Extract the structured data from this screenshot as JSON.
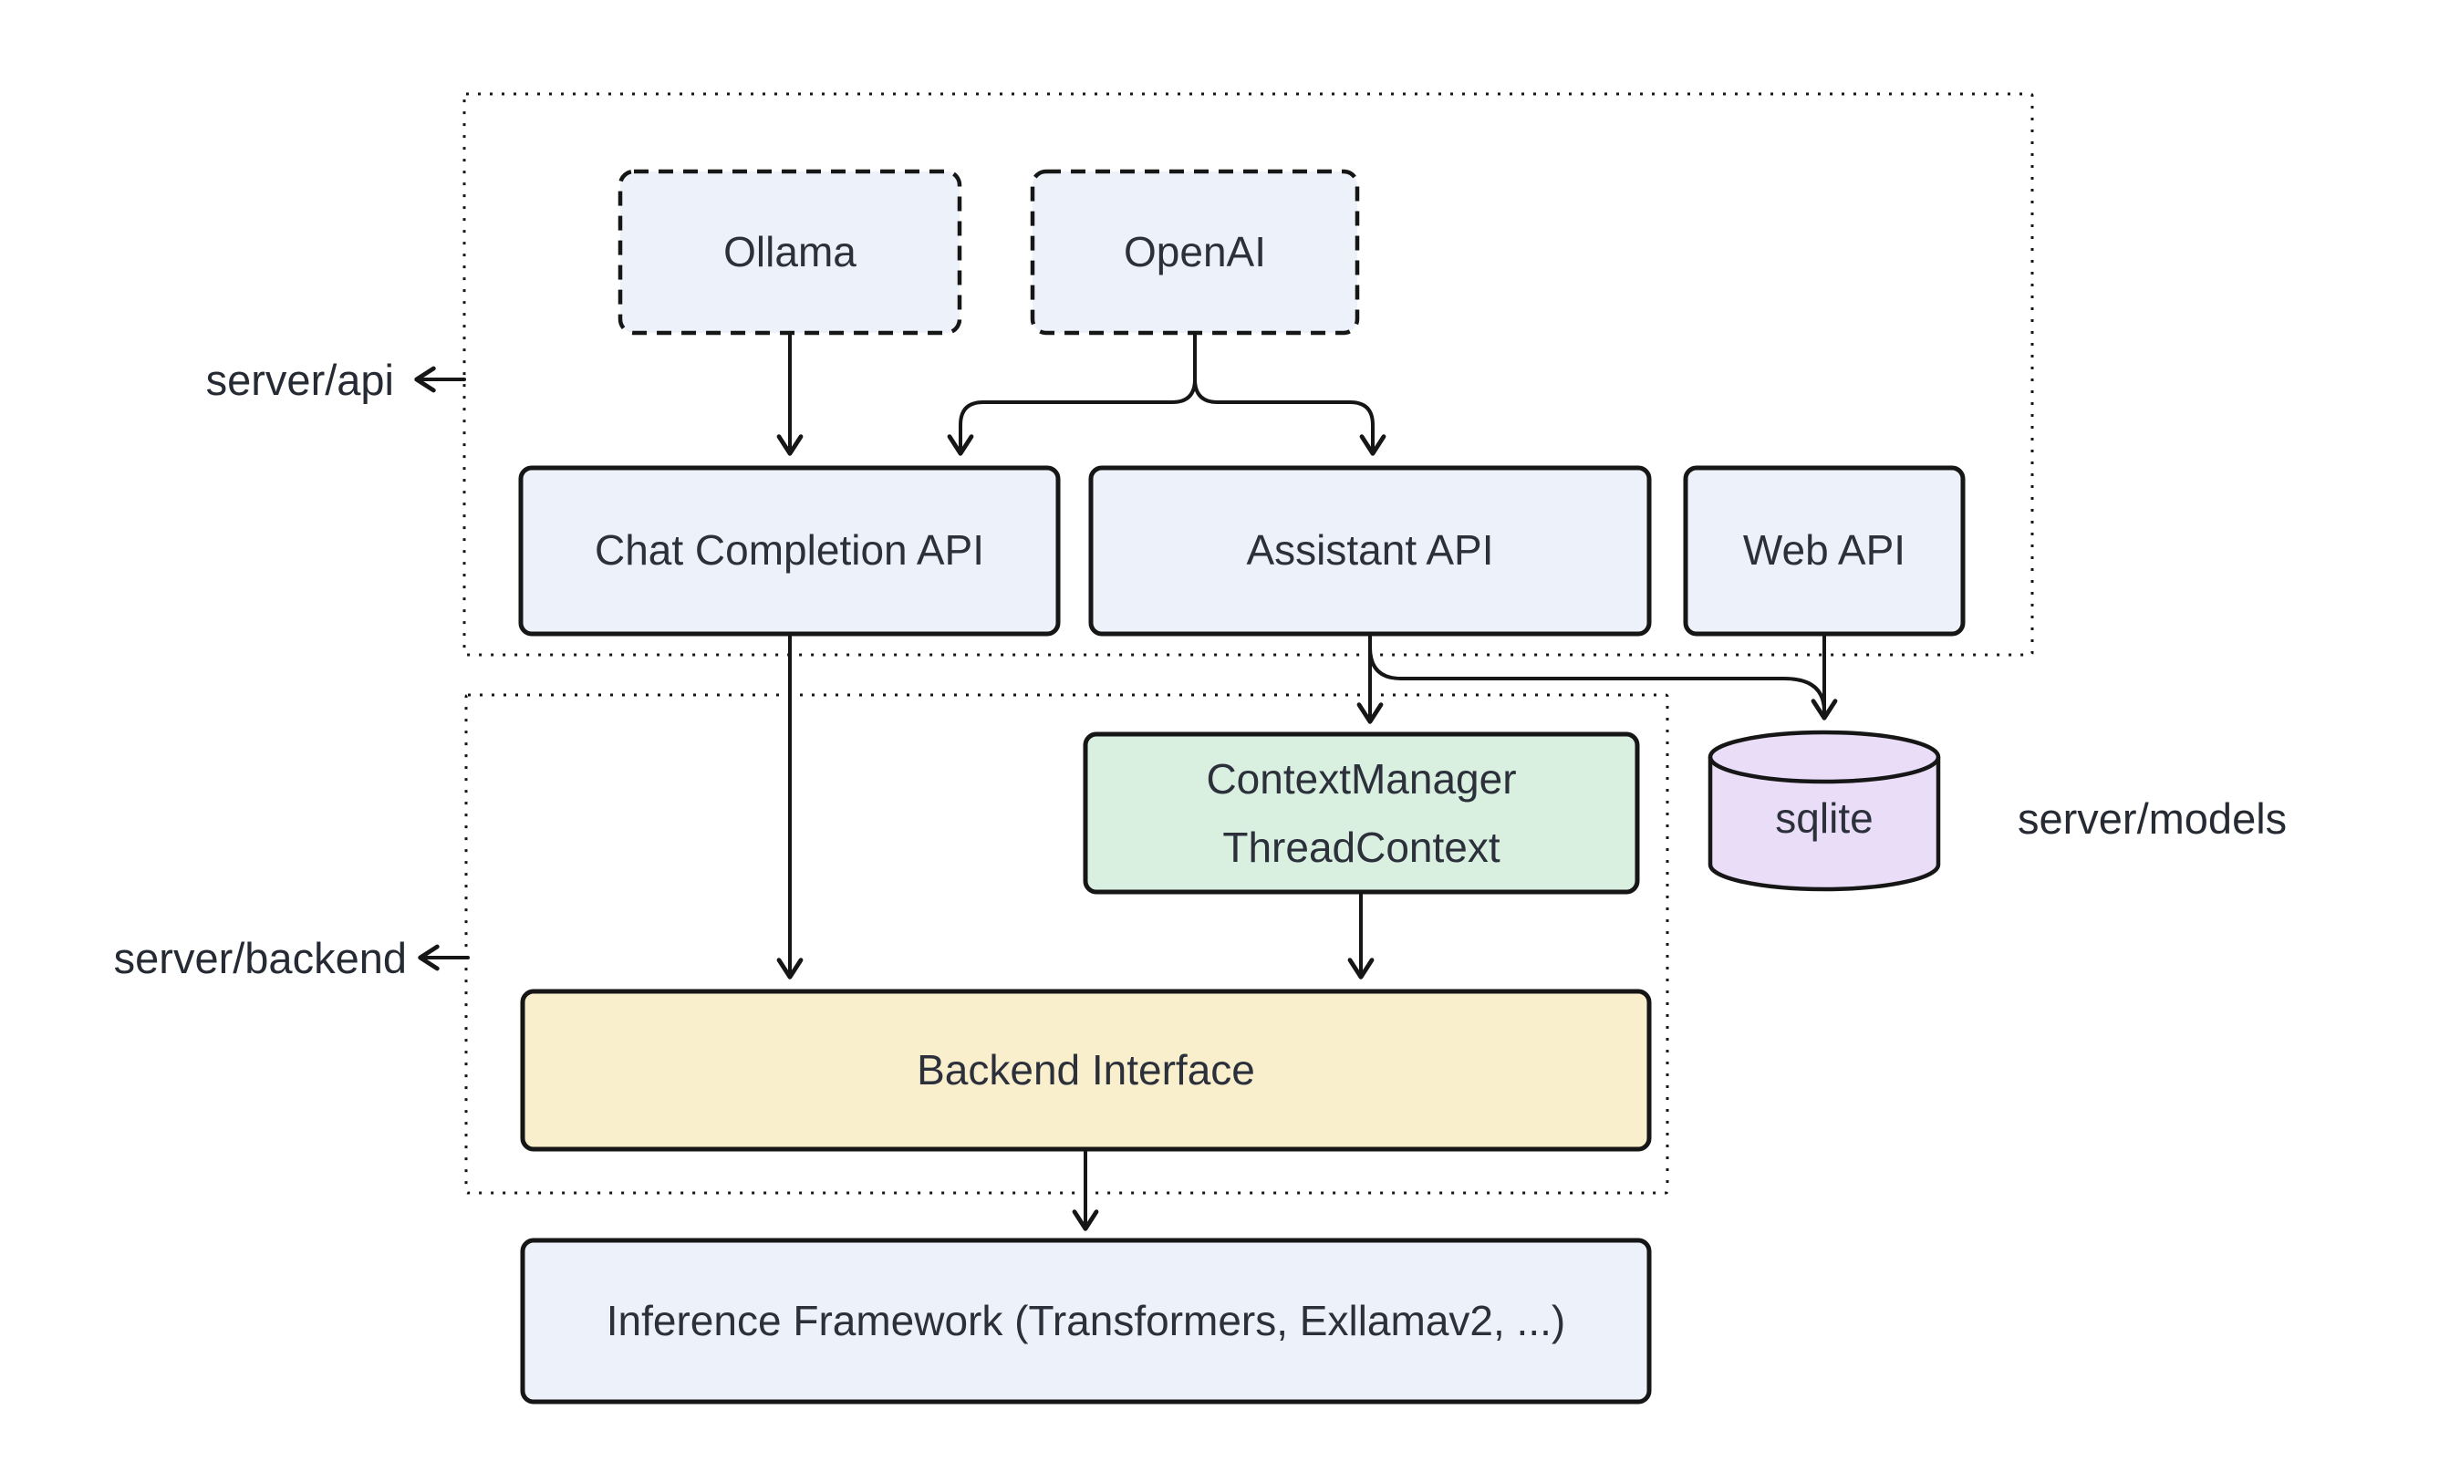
{
  "diagram": {
    "type": "architecture-flowchart",
    "background": "#FFFFFF",
    "stroke_color": "#161616",
    "text_color": "#2B303A",
    "groups": {
      "server_api": {
        "label": "server/api",
        "border": "dotted"
      },
      "server_backend": {
        "label": "server/backend",
        "border": "dotted"
      },
      "server_models": {
        "label": "server/models"
      }
    },
    "nodes": {
      "ollama": {
        "label": "Ollama",
        "fill": "#ECF1FA",
        "border": "dashed"
      },
      "openai": {
        "label": "OpenAI",
        "fill": "#ECF1FA",
        "border": "dashed"
      },
      "chat_completion_api": {
        "label": "Chat Completion API",
        "fill": "#ECF1FA",
        "border": "solid"
      },
      "assistant_api": {
        "label": "Assistant API",
        "fill": "#ECF1FA",
        "border": "solid"
      },
      "web_api": {
        "label": "Web API",
        "fill": "#ECF1FA",
        "border": "solid"
      },
      "context_manager": {
        "label_line1": "ContextManager",
        "label_line2": "ThreadContext",
        "fill": "#D9F0E1",
        "border": "solid"
      },
      "sqlite": {
        "label": "sqlite",
        "fill": "#E9DDF8",
        "shape": "cylinder"
      },
      "backend_interface": {
        "label": "Backend Interface",
        "fill": "#FAEFCD",
        "border": "solid"
      },
      "inference_framework": {
        "label": "Inference Framework (Transformers, Exllamav2, ...)",
        "fill": "#ECF1FA",
        "border": "solid"
      }
    },
    "edges": [
      {
        "from": "Ollama",
        "to": "Chat Completion API"
      },
      {
        "from": "OpenAI",
        "to": "Chat Completion API"
      },
      {
        "from": "OpenAI",
        "to": "Assistant API"
      },
      {
        "from": "Chat Completion API",
        "to": "Backend Interface"
      },
      {
        "from": "Assistant API",
        "to": "ContextManager ThreadContext"
      },
      {
        "from": "Assistant API",
        "to": "sqlite"
      },
      {
        "from": "Web API",
        "to": "sqlite"
      },
      {
        "from": "ContextManager ThreadContext",
        "to": "Backend Interface"
      },
      {
        "from": "Backend Interface",
        "to": "Inference Framework (Transformers, Exllamav2, ...)"
      }
    ]
  }
}
